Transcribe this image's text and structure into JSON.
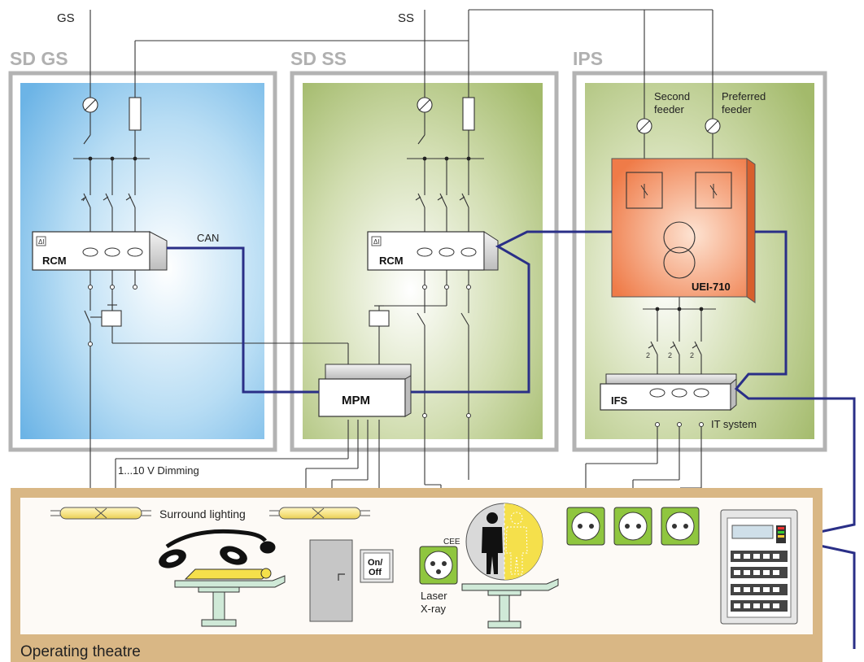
{
  "feeds": {
    "gs": "GS",
    "ss": "SS"
  },
  "panels": {
    "sd_gs": {
      "title": "SD GS",
      "rcm": "RCM",
      "can": "CAN"
    },
    "sd_ss": {
      "title": "SD SS",
      "rcm": "RCM",
      "mpm": "MPM"
    },
    "ips": {
      "title": "IPS",
      "second_feeder": [
        "Second",
        "feeder"
      ],
      "preferred_feeder": [
        "Preferred",
        "feeder"
      ],
      "uei": "UEI-710",
      "ifs": "IFS",
      "it_system": "IT system",
      "breaker_rating": "2"
    }
  },
  "dimming": "1...10 V Dimming",
  "theatre": {
    "label": "Operating theatre",
    "surround_lighting": "Surround lighting",
    "switch": [
      "On/",
      "Off"
    ],
    "cee": "CEE",
    "laser": "Laser",
    "xray": "X-ray"
  },
  "colors": {
    "bus": "#2a2f87",
    "panel_border": "#b3b3b3",
    "gs_panel": "#7cbde9",
    "ss_panel": "#a7bd6f",
    "uei": "#f07f4e",
    "theatre": "#dab886",
    "socket": "#8fc63f"
  }
}
